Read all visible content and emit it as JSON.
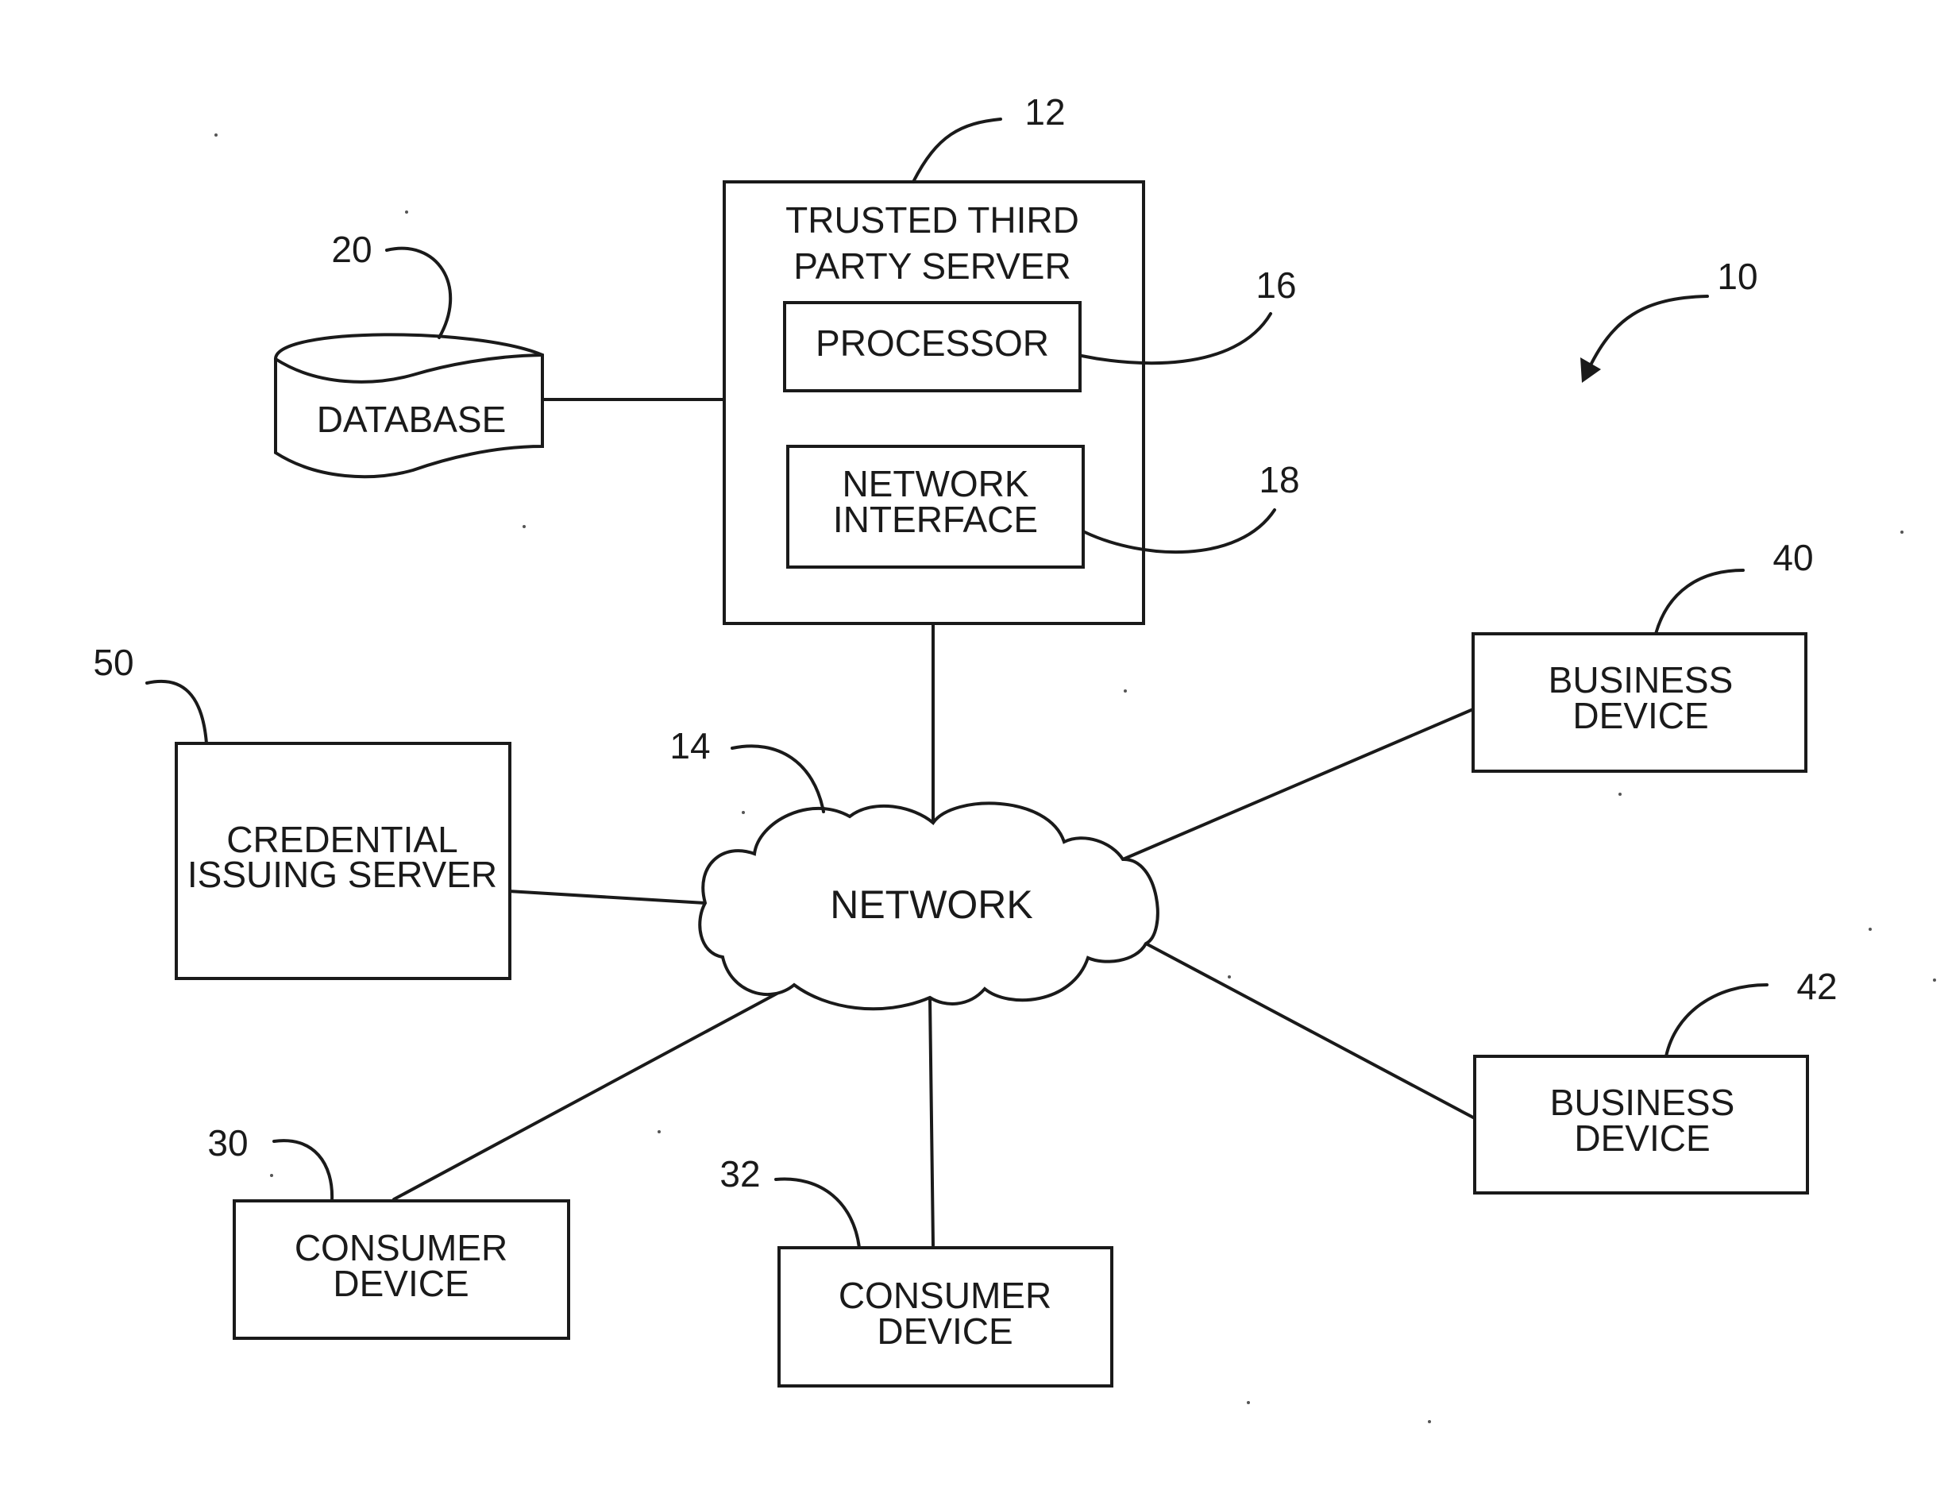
{
  "system_ref": "10",
  "trusted_server": {
    "ref": "12",
    "title_line1": "TRUSTED THIRD",
    "title_line2": "PARTY SERVER",
    "processor": {
      "ref": "16",
      "label": "PROCESSOR"
    },
    "network_interface": {
      "ref": "18",
      "line1": "NETWORK",
      "line2": "INTERFACE"
    }
  },
  "database": {
    "ref": "20",
    "label": "DATABASE"
  },
  "network": {
    "ref": "14",
    "label": "NETWORK"
  },
  "credential_server": {
    "ref": "50",
    "line1": "CREDENTIAL",
    "line2": "ISSUING SERVER"
  },
  "business_device_1": {
    "ref": "40",
    "line1": "BUSINESS",
    "line2": "DEVICE"
  },
  "business_device_2": {
    "ref": "42",
    "line1": "BUSINESS",
    "line2": "DEVICE"
  },
  "consumer_device_1": {
    "ref": "30",
    "line1": "CONSUMER",
    "line2": "DEVICE"
  },
  "consumer_device_2": {
    "ref": "32",
    "line1": "CONSUMER",
    "line2": "DEVICE"
  }
}
